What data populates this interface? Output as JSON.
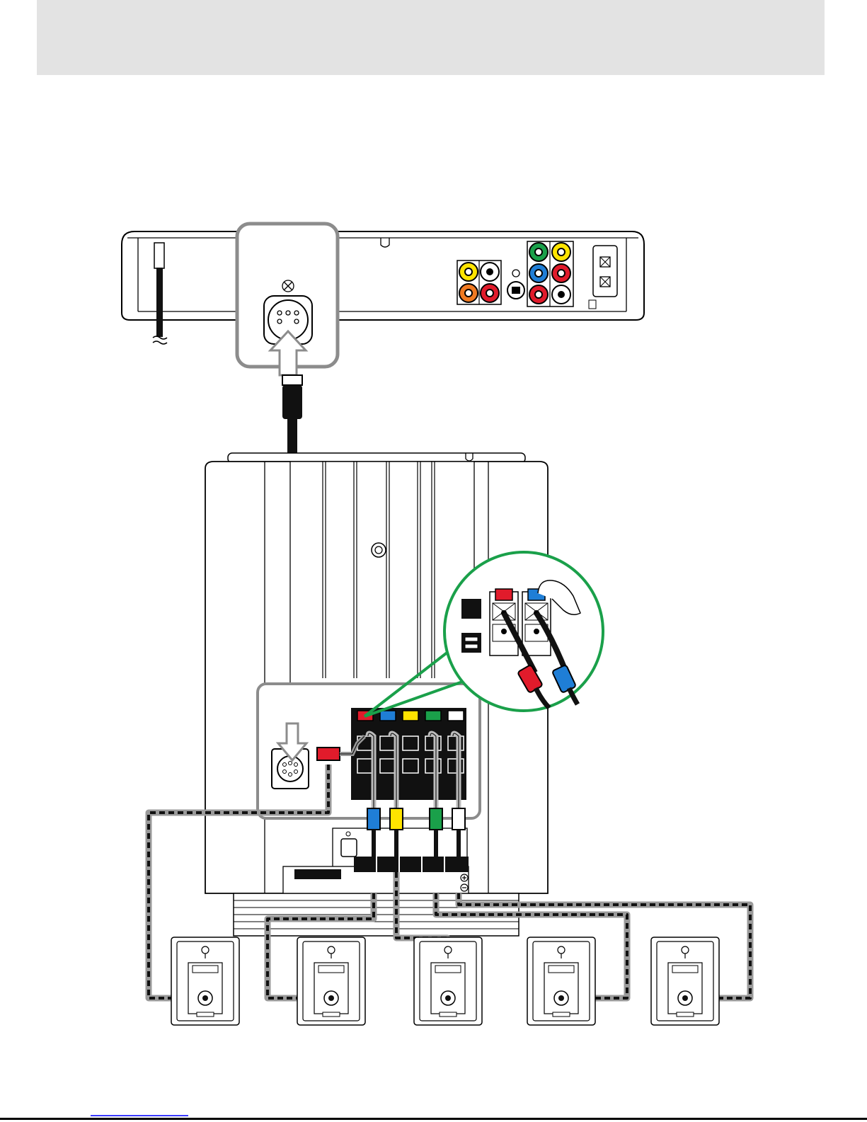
{
  "colors": {
    "header_band": "#e3e3e3",
    "highlight_frame": "#8c8c8c",
    "zoom_circle": "#1aa04a",
    "red": "#e11b2b",
    "blue": "#1f7ed6",
    "yellow": "#ffe400",
    "green": "#1aa04a",
    "white": "#ffffff",
    "orange": "#f07a22",
    "black": "#111111"
  },
  "speaker_terminal_colors": [
    "red",
    "blue",
    "yellow",
    "green",
    "white"
  ],
  "speaker_plug_colors": [
    "blue",
    "yellow",
    "green",
    "white"
  ],
  "dvd_jacks": {
    "group_a": [
      "yellow",
      "white",
      "orange",
      "red"
    ],
    "group_b": [
      "green",
      "yellow",
      "blue",
      "red",
      "red",
      "white"
    ]
  },
  "speaker_count": 5
}
